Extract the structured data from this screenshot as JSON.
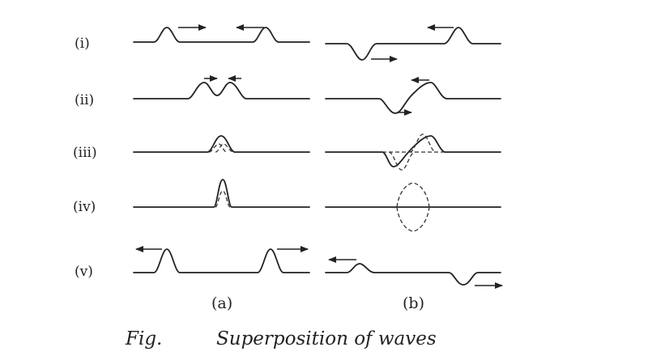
{
  "rows": [
    {
      "label": "(i)"
    },
    {
      "label": "(ii)"
    },
    {
      "label": "(iii)"
    },
    {
      "label": "(iv)"
    },
    {
      "label": "(v)"
    }
  ],
  "columns": [
    {
      "label": "(a)"
    },
    {
      "label": "(b)"
    }
  ],
  "caption": {
    "prefix": "Fig.",
    "title": "Superposition of waves"
  }
}
